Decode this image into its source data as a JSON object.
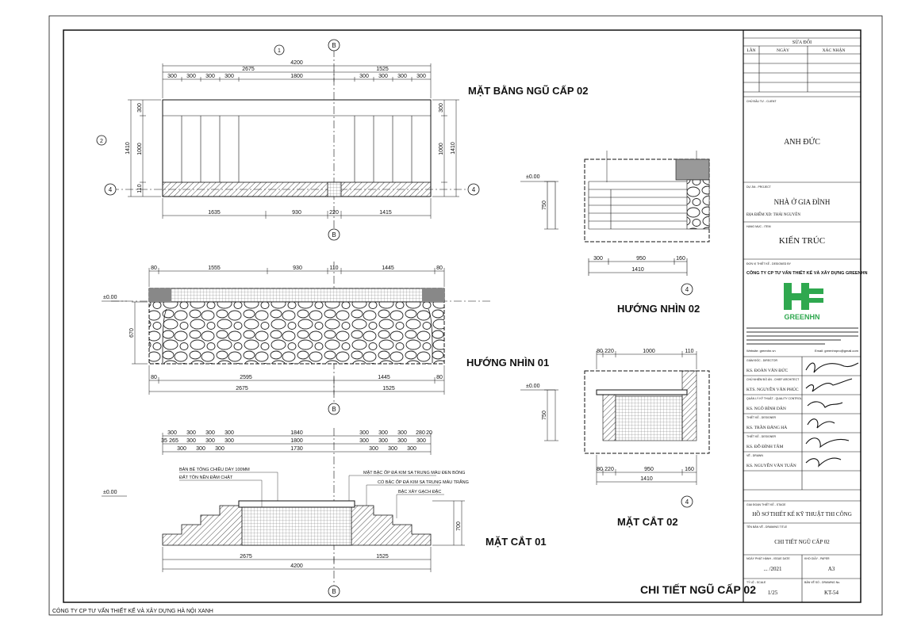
{
  "sheet": {
    "title": "CHI TIẾT NGŨ CẤP 02",
    "footer_company": "CÔNG TY CP TƯ VẤN THIẾT KẾ VÀ XÂY DỰNG HÀ NỘI XANH"
  },
  "views": {
    "plan": {
      "title": "MẶT BẰNG NGŨ CẤP 02",
      "dims_top_total": "4200",
      "dims_top_left": "2675",
      "dims_top_right": "1525",
      "dims_top_steps": [
        "300",
        "300",
        "300",
        "300",
        "1800",
        "300",
        "300",
        "300",
        "300"
      ],
      "dims_left": [
        "300",
        "1000",
        "110"
      ],
      "dims_left_total": "1410",
      "dims_bottom": [
        "1635",
        "930",
        "220",
        "1415"
      ]
    },
    "elev01": {
      "title": "HƯỚNG NHÌN 01",
      "level": "±0.00",
      "dims_top": [
        "80",
        "1555",
        "930",
        "110",
        "1445",
        "80"
      ],
      "dims_bottom1": [
        "80",
        "2595",
        "1445",
        "80"
      ],
      "dims_bottom2": [
        "2675",
        "1525"
      ],
      "height": "670"
    },
    "elev02": {
      "title": "HƯỚNG NHÌN 02",
      "level": "±0.00",
      "height": "750",
      "dims_bottom": [
        "300",
        "950",
        "160"
      ],
      "dims_total": "1410"
    },
    "section01": {
      "title": "MẶT CẮT 01",
      "level": "±0.00",
      "dims_top": [
        "300",
        "300",
        "300",
        "300",
        "1840",
        "300",
        "300",
        "300",
        "280",
        "20"
      ],
      "dims_mid": [
        "35",
        "265",
        "300",
        "300",
        "300",
        "1800",
        "300",
        "300",
        "300",
        "300"
      ],
      "dims_low": [
        "300",
        "300",
        "300",
        "1730",
        "300",
        "300",
        "300"
      ],
      "notes_left": [
        "BẢN BÊ TÔNG CHIỀU DÀY 100MM",
        "ĐẤT TÔN NỀN ĐẦM CHẶT"
      ],
      "notes_right": [
        "MẶT BẬC ỐP ĐÁ KIM SA TRUNG MÀU ĐEN BÓNG",
        "CỔ BẬC ỐP ĐÁ KIM SA TRUNG MÀU TRẮNG",
        "BẬC XÂY GẠCH ĐẶC"
      ],
      "dims_bottom": [
        "2675",
        "1525"
      ],
      "dims_total": "4200",
      "height": "700"
    },
    "section02": {
      "title": "MẶT CẮT 02",
      "level": "±0.00",
      "dims_top": [
        "80",
        "220",
        "1000",
        "110"
      ],
      "dims_bottom": [
        "80",
        "220",
        "950",
        "160"
      ],
      "dims_total": "1410",
      "height": "750"
    },
    "grid_markers": {
      "b": "B",
      "four": "4",
      "one": "1",
      "two": "2"
    }
  },
  "title_block": {
    "revision_header": "SỬA ĐỔI",
    "rev_cols": [
      "LẦN",
      "NGÀY",
      "XÁC NHẬN"
    ],
    "owner_label": "CHỦ ĐẦU TƯ - CLIENT",
    "owner": "ANH ĐỨC",
    "project_label": "DỰ ÁN - PROJECT",
    "project": "NHÀ Ở GIA ĐÌNH",
    "location": "ĐỊA ĐIỂM XD: THÁI NGUYÊN",
    "item_label": "HẠNG MỤC - ITEM",
    "item": "KIẾN TRÚC",
    "designer_label": "ĐƠN VỊ THIẾT KẾ - DESIGNED BY",
    "designer": "CÔNG TY CP TƯ VẤN THIẾT KẾ VÀ XÂY DỰNG GREENHN",
    "logo_text": "GREENHN",
    "website": "Website: greenhn.vn",
    "email": "Email: greenhnpro@gmail.com",
    "people": [
      {
        "role": "GIÁM ĐỐC - DIRECTOR",
        "name": "KS. ĐOÀN VĂN ĐỨC"
      },
      {
        "role": "CHỦ NHIỆM ĐỒ ÁN - CHIEF ARCHITECT",
        "name": "KTS. NGUYỄN VĂN PHÚC"
      },
      {
        "role": "QUẢN LÝ KỸ THUẬT - QUALITY CONTROL",
        "name": "KS. NGÔ BÌNH DÂN"
      },
      {
        "role": "THIẾT KẾ - DESIGNER",
        "name": "KS. TRẦN ĐĂNG HÀ"
      },
      {
        "role": "THIẾT KẾ - DESIGNER",
        "name": "KS. ĐỖ ĐÌNH TÂM"
      },
      {
        "role": "VẼ - DRAWN",
        "name": "KS. NGUYỄN VĂN TUẤN"
      }
    ],
    "stage_label": "GIAI ĐOẠN THIẾT KẾ - STAGE",
    "stage": "HỒ SƠ THIẾT KẾ KỸ THUẬT THI CÔNG",
    "drawing_label": "TÊN BẢN VẼ - DRAWING TITLE",
    "drawing": "CHI TIẾT NGŨ CẤP 02",
    "date_label": "NGÀY PHÁT HÀNH - ISSUE DATE",
    "date": "... /2021",
    "paper_label": "KHỔ GIẤY - PAPER",
    "paper": "A3",
    "scale_label": "TỶ LỆ - SCALE",
    "scale": "1/25",
    "number_label": "BẢN VẼ SỐ - DRAWING No.",
    "number": "KT-54"
  },
  "colors": {
    "logo_green": "#2fa84f",
    "line": "#111111"
  }
}
